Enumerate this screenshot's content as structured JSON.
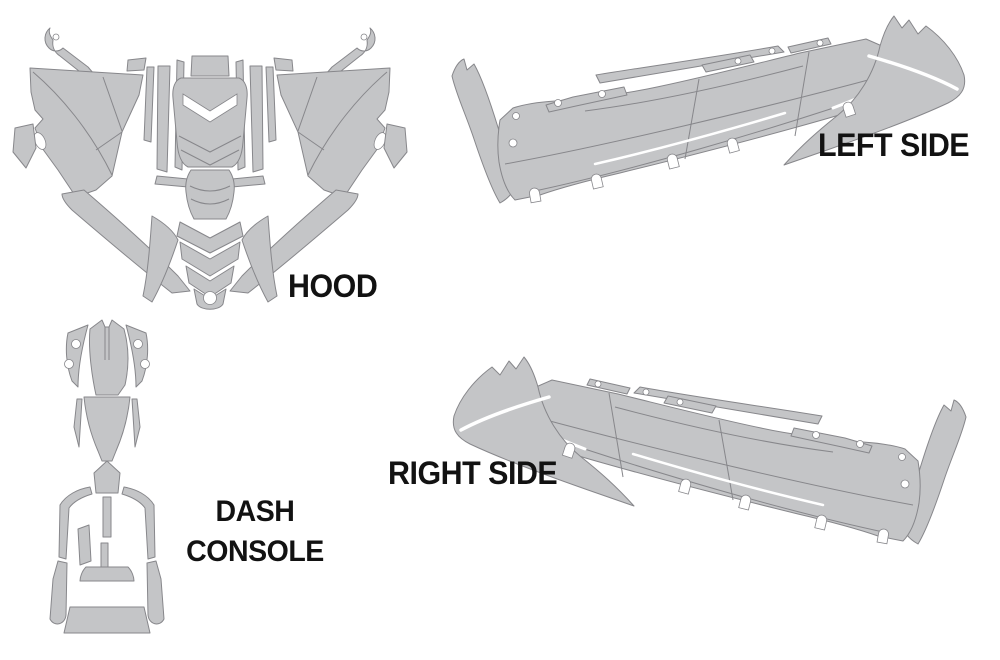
{
  "labels": {
    "hood": "HOOD",
    "left_side": "LEFT SIDE",
    "right_side": "RIGHT SIDE",
    "dash_line1": "DASH",
    "dash_line2": "CONSOLE"
  },
  "colors": {
    "background": "#ffffff",
    "panel_fill": "#c4c5c7",
    "panel_outline": "#87878b",
    "label_text": "#121212"
  }
}
